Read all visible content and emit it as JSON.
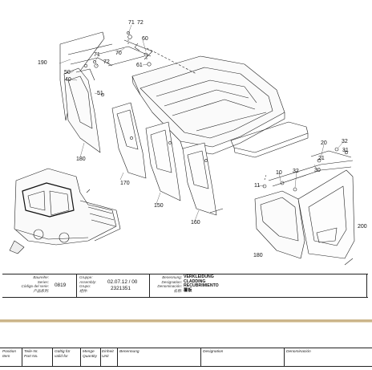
{
  "callouts": {
    "c71a": "71",
    "c72a": "72",
    "c60": "60",
    "c70": "70",
    "c61": "61",
    "c190": "190",
    "c71b": "71",
    "c72b": "72",
    "c50": "50",
    "c40": "40",
    "c51": "51",
    "c180a": "180",
    "c170": "170",
    "c150": "150",
    "c160": "160",
    "c20": "20",
    "c32a": "32",
    "c31": "31",
    "c21": "21",
    "c30": "30",
    "c10": "10",
    "c32b": "32",
    "c11": "11",
    "c200": "200",
    "c180b": "180"
  },
  "title_block": {
    "baureihe_label": [
      "Baureihe:",
      "Series:",
      "Código del serie:",
      "产品系列:"
    ],
    "series_value": "0819",
    "gruppe_label": [
      "Gruppe:",
      "Assembly:",
      "Grupo:",
      "组件:"
    ],
    "assembly_value": "02.07.12 / 00",
    "assembly_number": "2321351",
    "benennung_label": [
      "Benennung:",
      "Designation:",
      "Denominación:",
      "名称:"
    ],
    "name_de": "VERKLEIDUNG",
    "name_en": "CLADDING",
    "name_es": "RECUBRIMIENTO",
    "name_cn": "覆板"
  },
  "columns": {
    "position": [
      "Position",
      "Item"
    ],
    "part_no": [
      "Teile-Nr.",
      "Part No."
    ],
    "valid_for": [
      "Gültig für",
      "valid for"
    ],
    "quantity": [
      "Menge",
      "Quantity"
    ],
    "unit": [
      "Einheit",
      "Unit"
    ],
    "benennung": "Benennung",
    "designation": "Designation",
    "denominacion": "Denominación"
  },
  "colors": {
    "line": "#222222",
    "accent_rule": "#cbb58a"
  }
}
